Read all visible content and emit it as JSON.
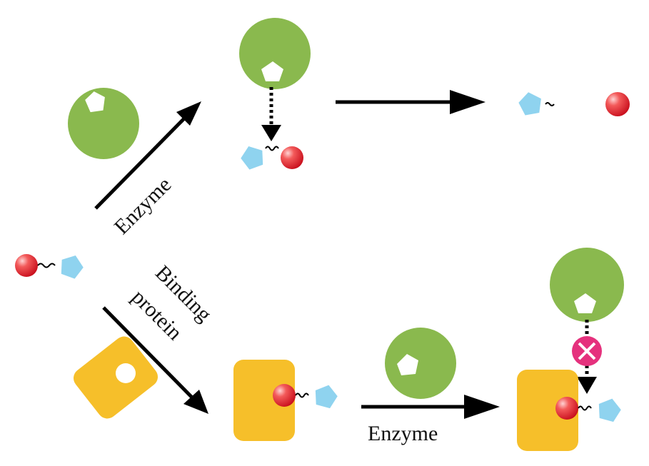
{
  "labels": {
    "enzyme_top": "Enzyme",
    "binding_line1": "Binding",
    "binding_line2": "protein",
    "enzyme_bottom": "Enzyme"
  },
  "colors": {
    "enzyme": "#8ab94e",
    "ligand": "#8fd3ef",
    "ball": "#e41f2b",
    "binding_protein": "#f6bf2a",
    "block": "#e5317d",
    "arrow": "#000000"
  }
}
